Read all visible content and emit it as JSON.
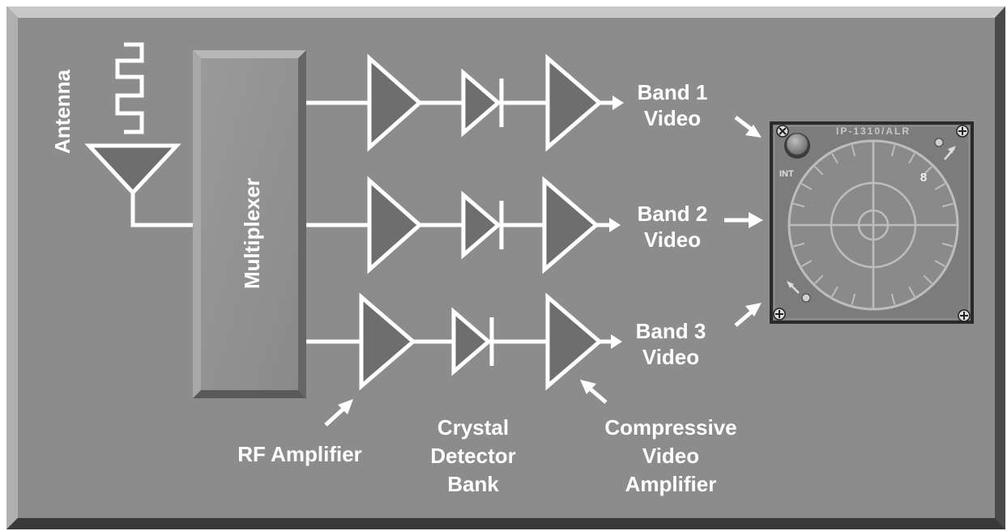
{
  "antenna_label": "Antenna",
  "multiplexer_label": "Multiplexer",
  "outputs": [
    {
      "line1": "Band 1",
      "line2": "Video"
    },
    {
      "line1": "Band 2",
      "line2": "Video"
    },
    {
      "line1": "Band 3",
      "line2": "Video"
    }
  ],
  "rf_amplifier_label": "RF Amplifier",
  "crystal_detector_label": [
    "Crystal",
    "Detector",
    "Bank"
  ],
  "compressive_amp_label": [
    "Compressive",
    "Video",
    "Amplifier"
  ],
  "indicator": {
    "model_label": "IP-1310/ALR",
    "knob_label": "INT",
    "scope_number": "8"
  },
  "colors": {
    "panel": "#8c8c8c",
    "component_fill": "#6e6e6e",
    "wire": "#ffffff"
  }
}
